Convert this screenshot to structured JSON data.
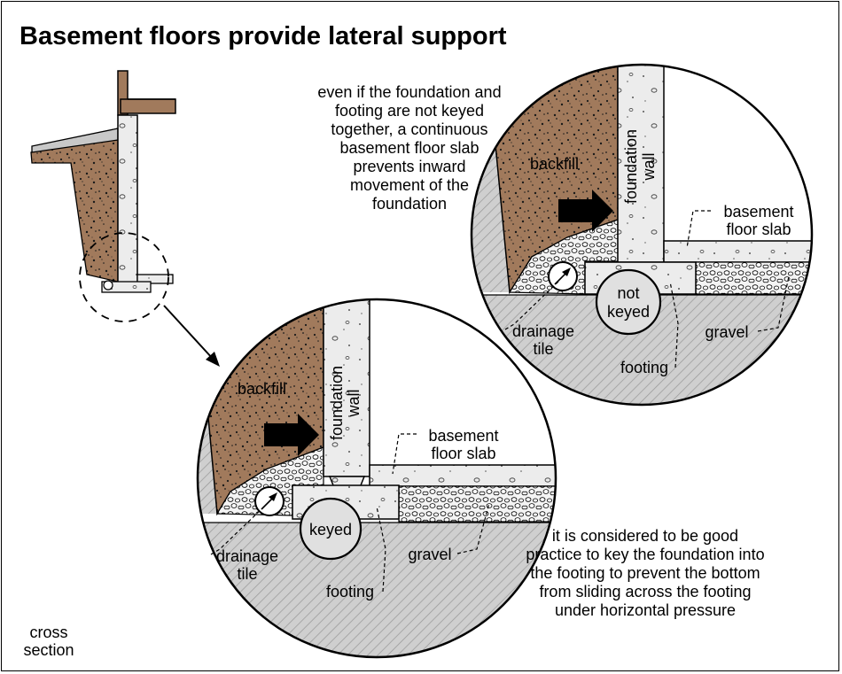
{
  "title": "Basement floors provide lateral support",
  "cross_section_label": [
    "cross",
    "section"
  ],
  "top_note": [
    "even if the foundation and",
    "footing are not keyed",
    "together, a continuous",
    "basement floor slab",
    "prevents inward",
    "movement of the",
    "foundation"
  ],
  "bottom_note": [
    "it is considered to be good",
    "practice to key the foundation into",
    "the footing to prevent the bottom",
    "from sliding across the footing",
    "under horizontal pressure"
  ],
  "detail_keyed": {
    "badge": "keyed",
    "backfill": "backfill",
    "foundation_wall": [
      "foundation",
      "wall"
    ],
    "basement_floor_slab": [
      "basement",
      "floor slab"
    ],
    "drainage_tile": [
      "drainage",
      "tile"
    ],
    "footing": "footing",
    "gravel": "gravel"
  },
  "detail_not_keyed": {
    "badge": [
      "not",
      "keyed"
    ],
    "backfill": "backfill",
    "foundation_wall": [
      "foundation",
      "wall"
    ],
    "basement_floor_slab": [
      "basement",
      "floor slab"
    ],
    "drainage_tile": [
      "drainage",
      "tile"
    ],
    "footing": "footing",
    "gravel": "gravel"
  },
  "colors": {
    "backfill": "#a17a5c",
    "concrete": "#ececec",
    "ground": "#c8c8c8",
    "gravel": "#f4f4f4",
    "ink": "#000000"
  }
}
